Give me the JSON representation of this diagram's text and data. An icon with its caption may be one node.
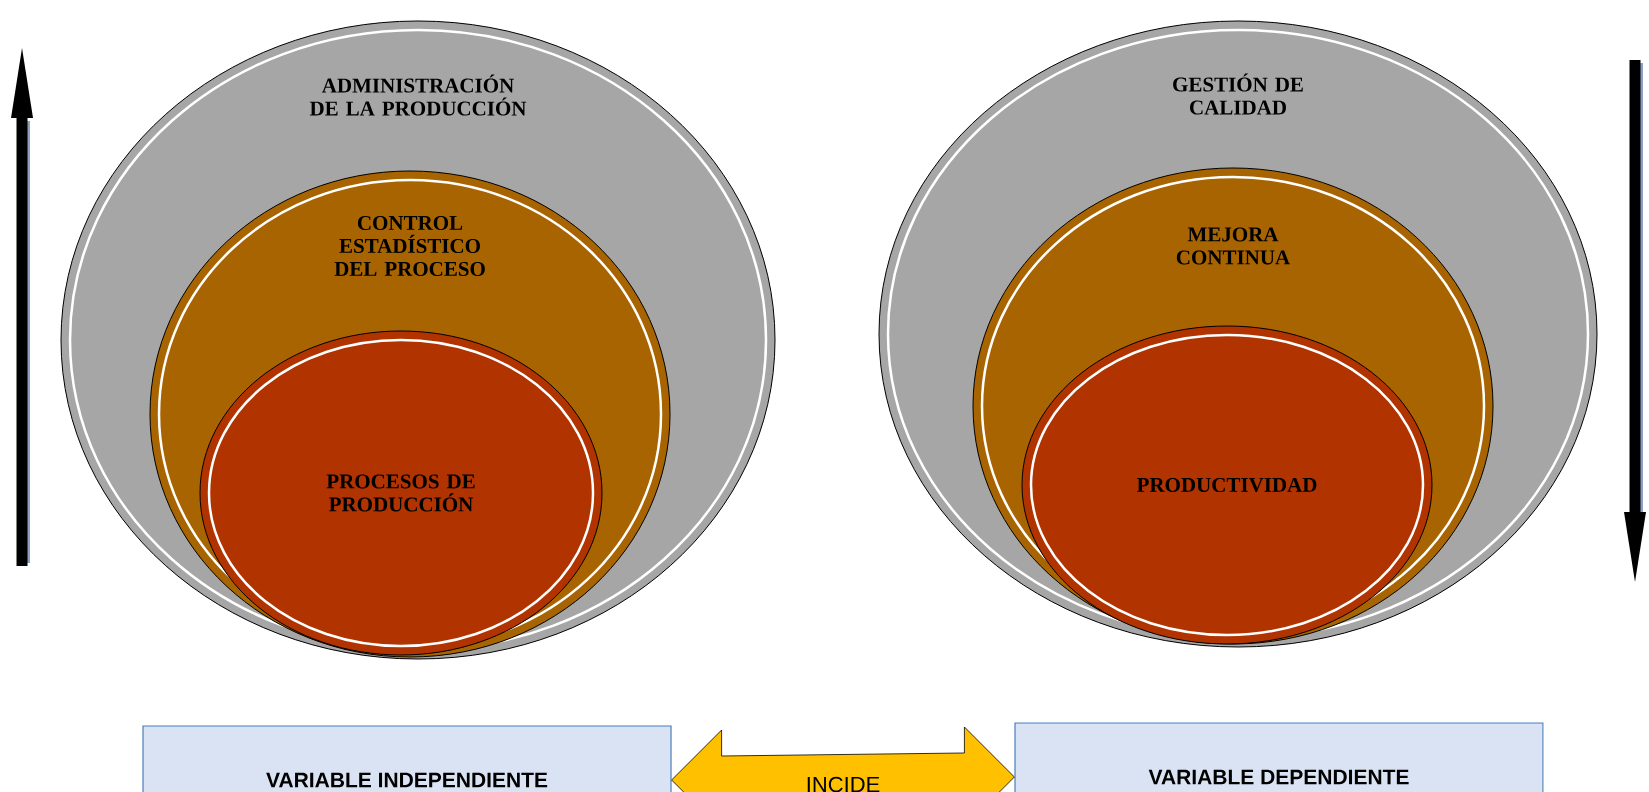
{
  "diagram": {
    "nodes": [
      {
        "text": [
          "ADMINISTRACIÓN DE LA PRODUCCIÓN"
        ]
      },
      {
        "text": [
          "CONTROL ESTADÍSTICO DEL PROCESO"
        ],
        "in": 0
      },
      {
        "text": [
          "PROCESOS DE PRODUCCIÓN"
        ],
        "in": 1
      },
      {
        "text": [
          "GESTIÓN DE CALIDAD"
        ]
      },
      {
        "text": [
          "MEJORA CONTINUA"
        ],
        "in": 3
      },
      {
        "text": [
          "PRODUCTIVIDAD"
        ],
        "in": 4
      },
      {
        "text": [
          "VARIABLE INDEPENDIENTE"
        ]
      },
      {
        "text": [
          "VARIABLE DEPENDIENTE"
        ]
      }
    ],
    "edges": [
      {
        "from": 6,
        "to": 7,
        "arrow": "both",
        "label": "INCIDE"
      }
    ]
  }
}
